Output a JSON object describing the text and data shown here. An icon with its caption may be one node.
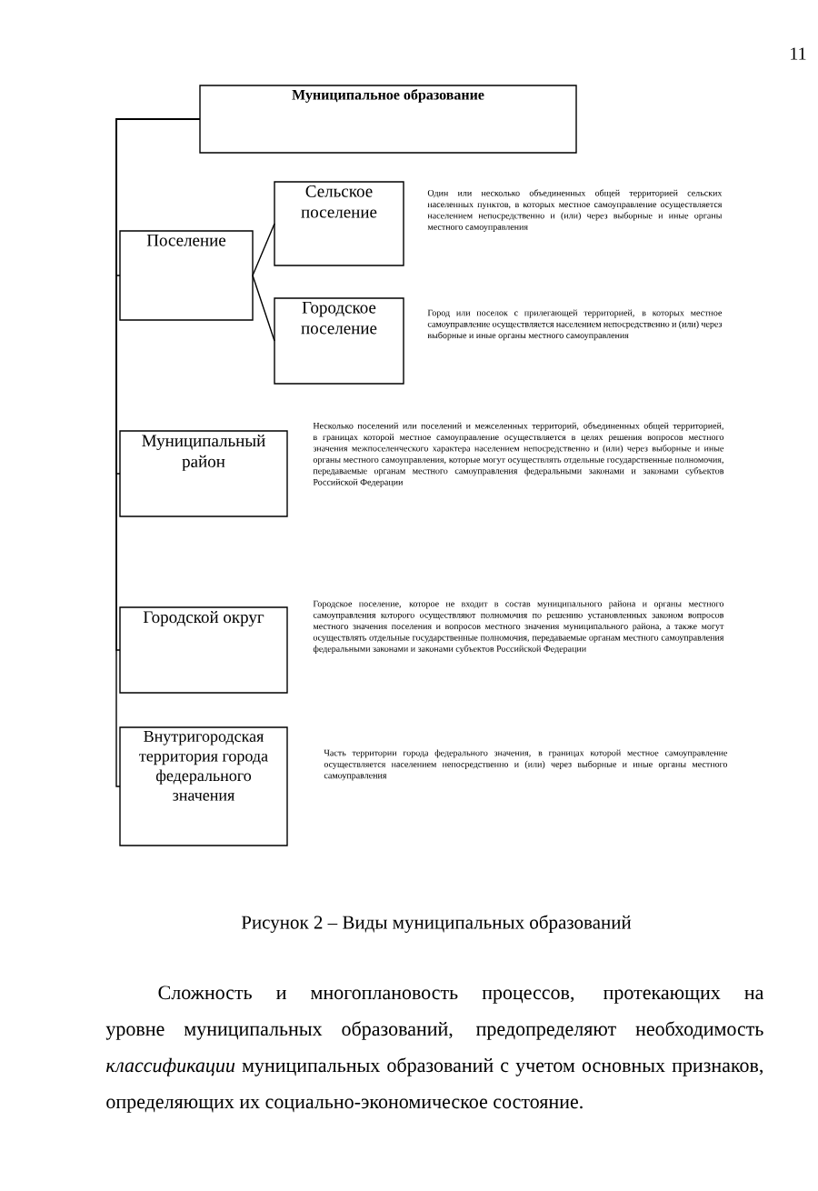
{
  "diagram": {
    "caption": "Рисунок 2 – Виды муниципальных образований",
    "nodes": [
      {
        "text": [
          "Муниципальное образование"
        ]
      },
      {
        "text": [
          "Поселение"
        ]
      },
      {
        "text": [
          "Сельское поселение"
        ],
        "beside": [
          "Один или несколько объединенных общей территорией сельских населенных пунктов, в которых местное самоуправление осуществляется населением непосредственно и (или) через выборные и иные органы местного самоуправления"
        ]
      },
      {
        "text": [
          "Городское поселение"
        ],
        "beside": [
          "Город или поселок с прилегающей территорией, в которых местное самоуправление осуществляется населением непосредственно и (или) через выборные и иные органы местного самоуправления"
        ]
      },
      {
        "text": [
          "Муниципальный район"
        ],
        "beside": [
          "Несколько поселений или поселений и межселенных территорий, объединенных общей территорией, в границах которой местное самоуправление осуществляется в целях решения вопросов местного значения межпоселенческого характера населением непосредственно и (или) через выборные и иные органы местного самоуправления, которые могут осуществлять отдельные государственные полномочия, передаваемые органам местного самоуправления федеральными законами и законами субъектов Российской Федерации"
        ]
      },
      {
        "text": [
          "Городской округ"
        ],
        "beside": [
          "Городское поселение, которое не входит в состав муниципального района и органы местного самоуправления которого осуществляют полномочия по решению установленных законом вопросов местного значения поселения и вопросов местного значения муниципального района, а также могут осуществлять отдельные государственные полномочия, передаваемые органам местного самоуправления федеральными законами и законами субъектов Российской Федерации"
        ]
      },
      {
        "text": [
          "Внутригородская территория города федерального значения"
        ],
        "beside": [
          "Часть территории города федерального значения, в границах которой местное самоуправление осуществляется населением непосредственно и (или) через выборные и иные органы местного самоуправления"
        ]
      }
    ],
    "edges": [
      {
        "from": 0,
        "to": 1,
        "arrow": "none"
      },
      {
        "from": 0,
        "to": 4,
        "arrow": "none"
      },
      {
        "from": 0,
        "to": 5,
        "arrow": "none"
      },
      {
        "from": 0,
        "to": 6,
        "arrow": "none"
      },
      {
        "from": 1,
        "to": 2,
        "arrow": "none"
      },
      {
        "from": 1,
        "to": 3,
        "arrow": "none"
      }
    ],
    "labels": [
      "11",
      "Сложность и многоплановость процессов, протекающих на уровне муниципальных образований, предопределяют необходимость *классификации* муниципальных образований с учетом основных признаков, определяющих их социально-экономическое состояние."
    ]
  }
}
